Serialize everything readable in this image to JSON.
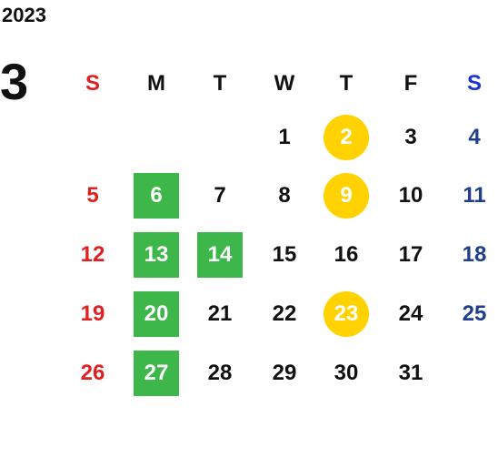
{
  "calendar": {
    "year": "2023",
    "month": "3",
    "weekdays": [
      "S",
      "M",
      "T",
      "W",
      "T",
      "F",
      "S"
    ],
    "colors": {
      "sunday": "#e02020",
      "weekday": "#111111",
      "saturday_header": "#1a33d6",
      "saturday_date": "#1f3f8c",
      "green_highlight": "#3db74a",
      "yellow_highlight": "#ffd200"
    },
    "weeks": [
      [
        "",
        "",
        "",
        "1",
        "2",
        "3",
        "4"
      ],
      [
        "5",
        "6",
        "7",
        "8",
        "9",
        "10",
        "11"
      ],
      [
        "12",
        "13",
        "14",
        "15",
        "16",
        "17",
        "18"
      ],
      [
        "19",
        "20",
        "21",
        "22",
        "23",
        "24",
        "25"
      ],
      [
        "26",
        "27",
        "28",
        "29",
        "30",
        "31",
        ""
      ]
    ],
    "highlight_green": [
      "6",
      "13",
      "14",
      "20",
      "27"
    ],
    "highlight_yellow": [
      "2",
      "9",
      "23"
    ]
  }
}
